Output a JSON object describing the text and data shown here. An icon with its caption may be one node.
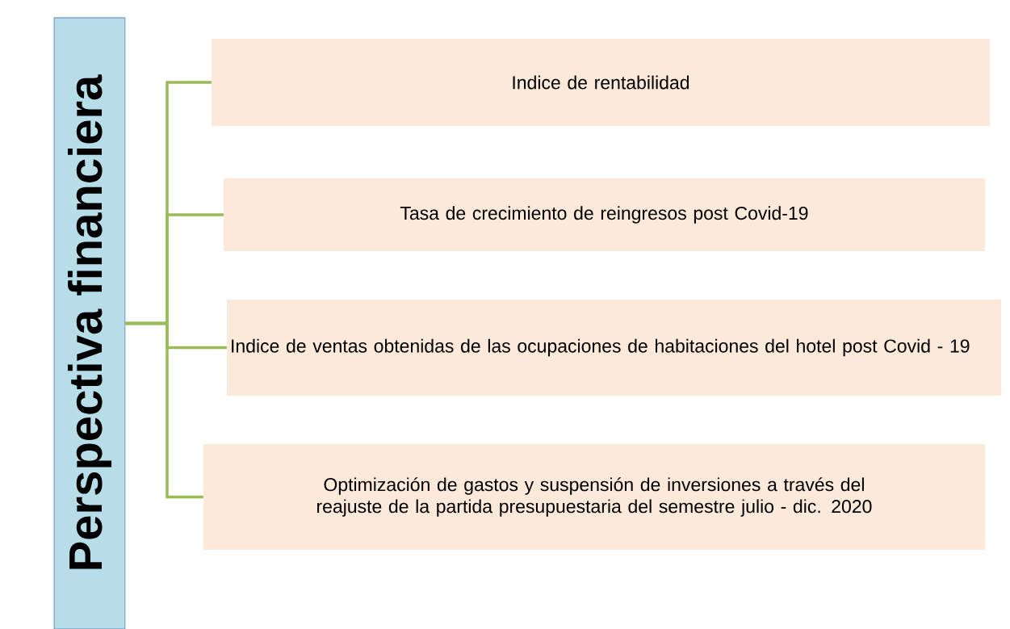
{
  "diagram": {
    "nodes": [
      {
        "text": [
          "Perspectiva financiera"
        ]
      },
      {
        "text": [
          "Indice de rentabilidad"
        ]
      },
      {
        "text": [
          "Tasa de crecimiento de reingresos post Covid-19"
        ]
      },
      {
        "text": [
          "Indice de ventas obtenidas de las ocupaciones de habitaciones del hotel post Covid - 19"
        ]
      },
      {
        "text": [
          "Optimización de gastos y suspensión de inversiones a través del reajuste de la partida presupuestaria del semestre julio - dic. 2020"
        ]
      }
    ],
    "edges": [
      {
        "from": 0,
        "to": 1,
        "arrow": "none"
      },
      {
        "from": 0,
        "to": 2,
        "arrow": "none"
      },
      {
        "from": 0,
        "to": 3,
        "arrow": "none"
      },
      {
        "from": 0,
        "to": 4,
        "arrow": "none"
      }
    ]
  }
}
